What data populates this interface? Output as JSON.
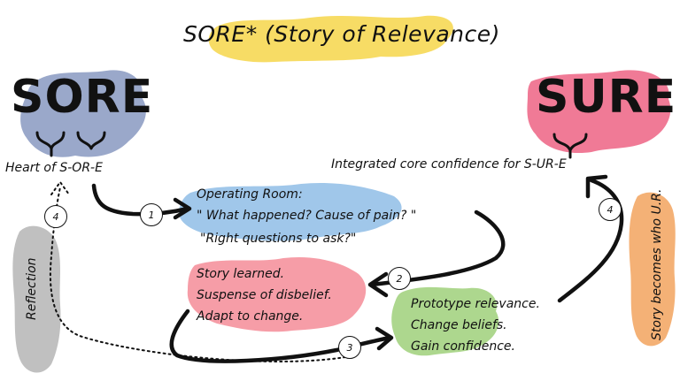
{
  "title": "SORE* (Story of Relevance)",
  "sore_word": "SORE",
  "sure_word": "SURE",
  "heart_label": "Heart of S-OR-E",
  "integrated_label": "Integrated core confidence for S-UR-E",
  "operating_room": {
    "line1": "Operating Room:",
    "line2": "\" What happened? Cause of pain? \"",
    "line3": "\"Right questions to ask?\""
  },
  "story_learned": {
    "line1": "Story learned.",
    "line2": "Suspense of disbelief.",
    "line3": "Adapt to change."
  },
  "prototype": {
    "line1": "Prototype relevance.",
    "line2": "Change beliefs.",
    "line3": "Gain confidence."
  },
  "reflection_label": "Reflection",
  "story_becomes_label": "Story becomes who U.R.",
  "steps": [
    "1",
    "2",
    "3",
    "4"
  ],
  "colors": {
    "title_splash": "#f6d64a",
    "sore_splash": "#8f9fc4",
    "sure_splash": "#ee6b8b",
    "operating_splash": "#8fbde6",
    "story_splash": "#f48c98",
    "prototype_splash": "#9fd07a",
    "reflection_splash": "#b5b5b5",
    "story_becomes_splash": "#f2a35e"
  }
}
